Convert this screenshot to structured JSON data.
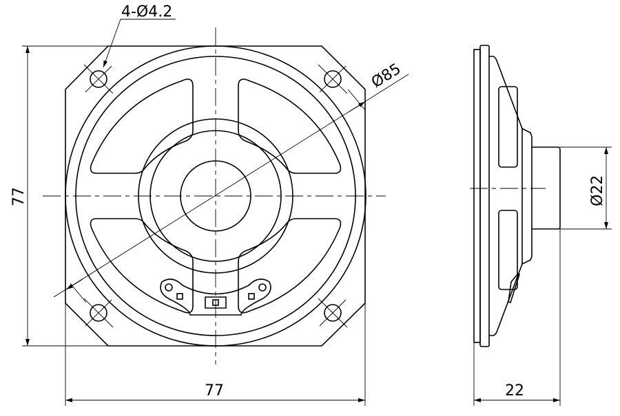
{
  "title": "Speaker outline drawing",
  "dimensions": {
    "holes": "4-Ø4.2",
    "diameter_frame": "Ø85",
    "height": "77",
    "width": "77",
    "magnet_diameter": "Ø22",
    "depth": "22"
  }
}
